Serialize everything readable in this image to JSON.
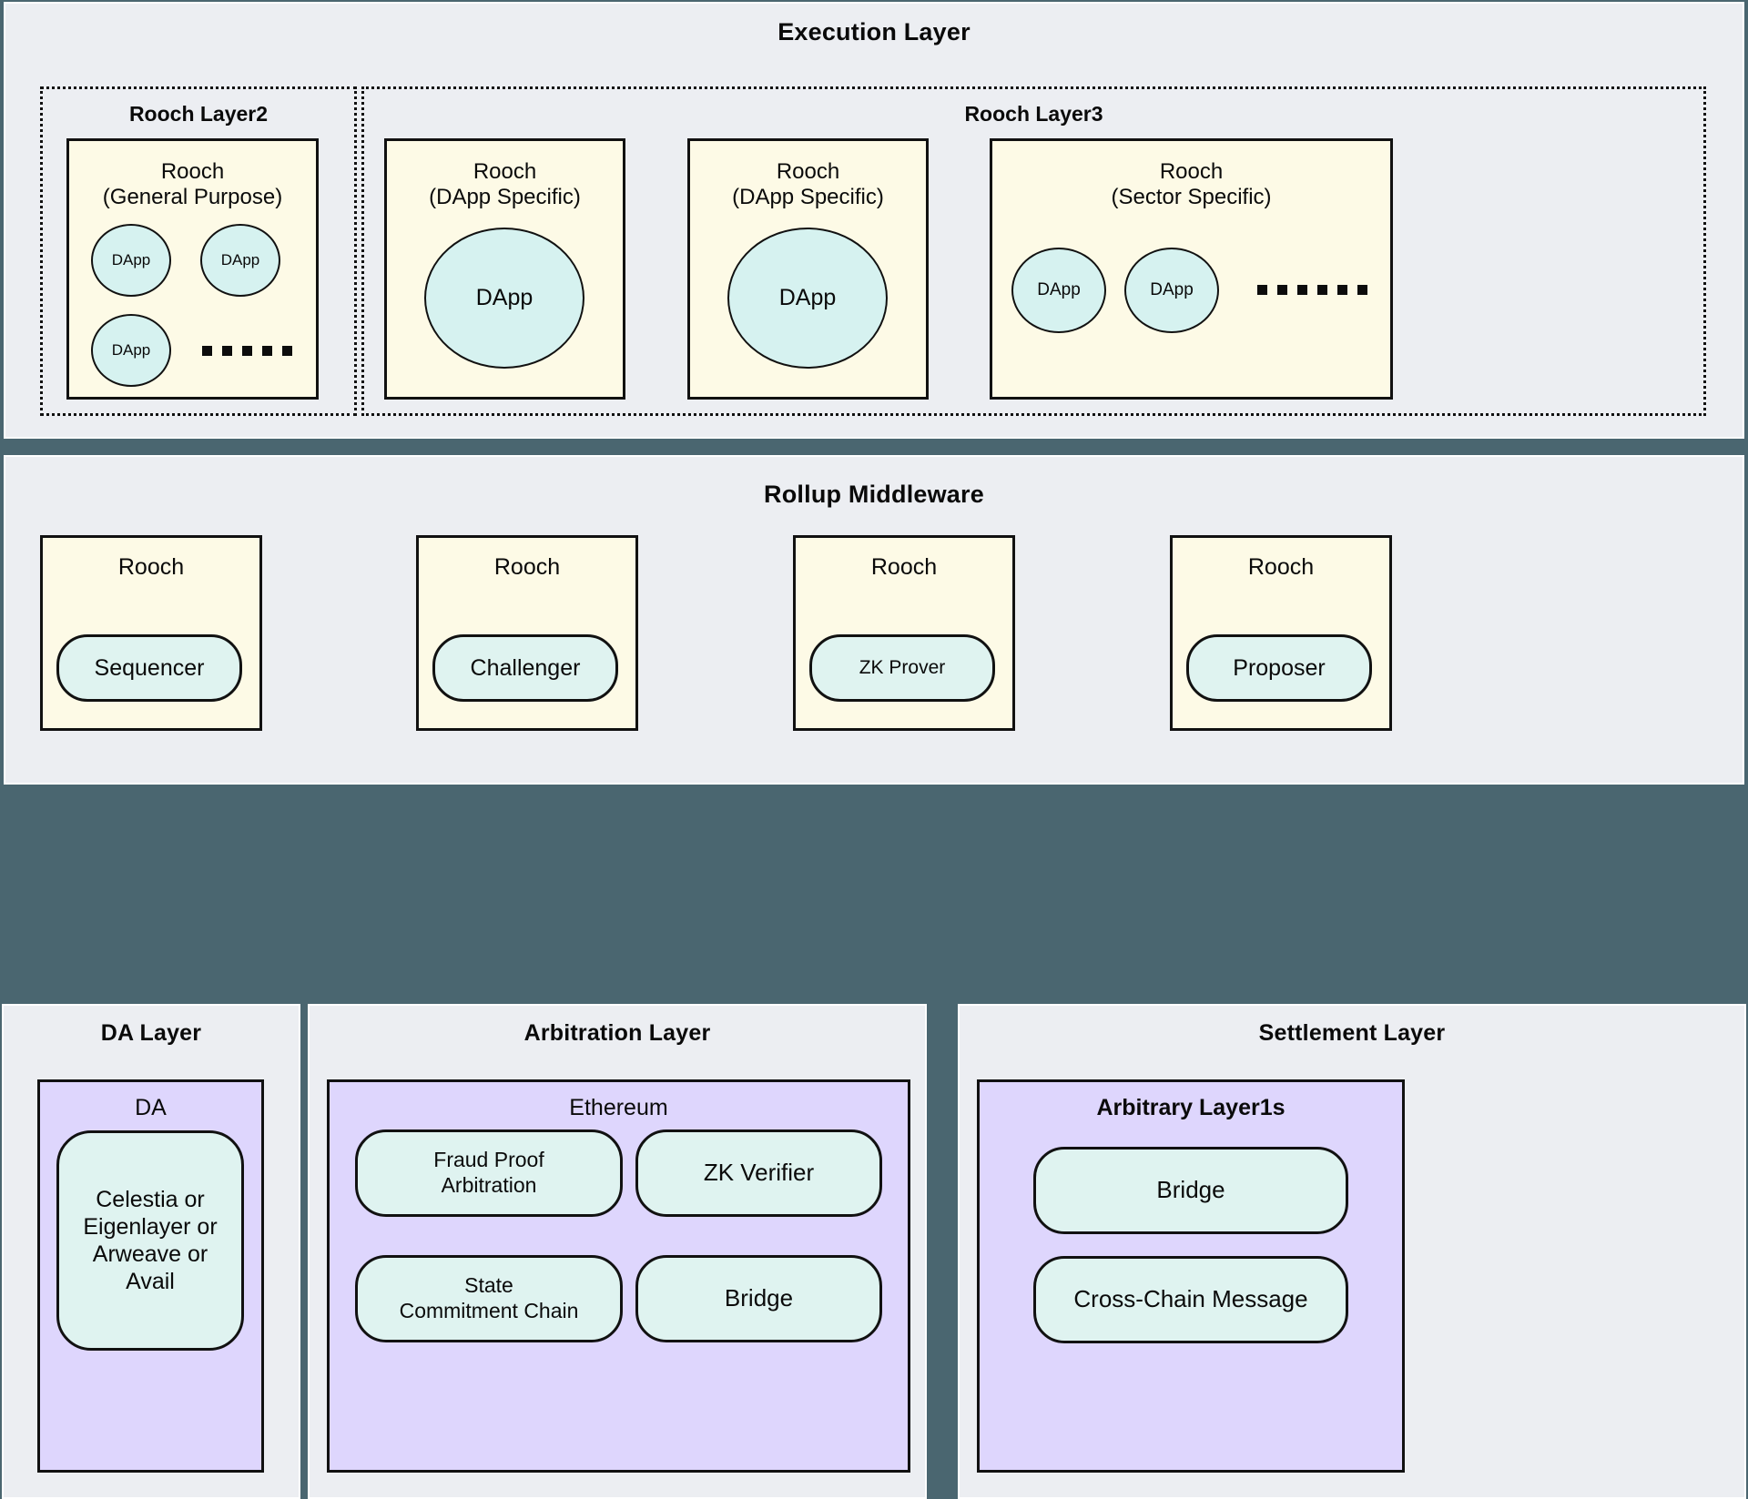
{
  "execution_layer": {
    "title": "Execution Layer",
    "groups": [
      {
        "title": "Rooch Layer2",
        "boxes": [
          {
            "title": "Rooch\n(General Purpose)",
            "dapps": [
              "DApp",
              "DApp",
              "DApp"
            ],
            "ellipsis": "........"
          }
        ]
      },
      {
        "title": "Rooch Layer3",
        "boxes": [
          {
            "title": "Rooch\n(DApp Specific)",
            "dapps": [
              "DApp"
            ],
            "ellipsis": ""
          },
          {
            "title": "Rooch\n(DApp Specific)",
            "dapps": [
              "DApp"
            ],
            "ellipsis": ""
          },
          {
            "title": "Rooch\n(Sector Specific)",
            "dapps": [
              "DApp",
              "DApp"
            ],
            "ellipsis": "........."
          }
        ]
      }
    ]
  },
  "rollup_middleware": {
    "title": "Rollup Middleware",
    "nodes": [
      {
        "title": "Rooch",
        "role": "Sequencer"
      },
      {
        "title": "Rooch",
        "role": "Challenger"
      },
      {
        "title": "Rooch",
        "role": "ZK Prover"
      },
      {
        "title": "Rooch",
        "role": "Proposer"
      }
    ]
  },
  "da_layer": {
    "title": "DA Layer",
    "chain": "DA",
    "items": [
      "Celestia or\nEigenlayer or\nArweave or\nAvail"
    ]
  },
  "arbitration_layer": {
    "title": "Arbitration Layer",
    "chain": "Ethereum",
    "items": [
      "Fraud Proof\nArbitration",
      "ZK Verifier",
      "State\nCommitment Chain",
      "Bridge"
    ]
  },
  "settlement_layer": {
    "title": "Settlement Layer",
    "chain": "Arbitrary Layer1s",
    "items": [
      "Bridge",
      "Cross-Chain Message"
    ]
  },
  "colors": {
    "background": "#4a6670",
    "panel": "#eceef2",
    "cream": "#fdfae6",
    "purple": "#ded6fd",
    "mint": "#d9f2ef",
    "outline": "#111111"
  }
}
